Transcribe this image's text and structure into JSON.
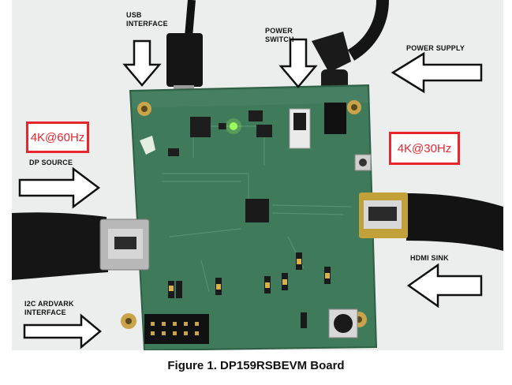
{
  "labels": {
    "usb_interface": "USB\nINTERFACE",
    "power_switch": "POWER\nSWITCH",
    "power_supply": "POWER SUPPLY",
    "dp_source": "DP SOURCE",
    "hdmi_sink": "HDMI SINK",
    "i2c_interface": "I2C ARDVARK\nINTERFACE"
  },
  "callouts": {
    "dp_resolution": "4K@60Hz",
    "hdmi_resolution": "4K@30Hz"
  },
  "caption": "Figure 1. DP159RSBEVM Board",
  "colors": {
    "callout_border": "#e8262e",
    "board_green": "#3f7a5a",
    "background": "#eef0ee"
  }
}
